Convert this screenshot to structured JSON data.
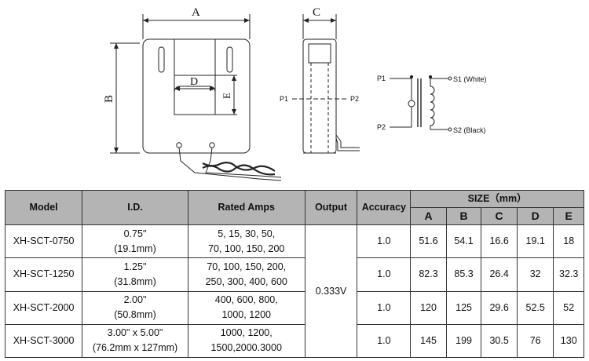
{
  "drawing": {
    "labels": {
      "A": "A",
      "B": "B",
      "C": "C",
      "D": "D",
      "E": "E",
      "P1": "P1",
      "P2": "P2",
      "S1": "S1 (White)",
      "S2": "S2 (Black)"
    }
  },
  "table": {
    "headers": {
      "model": "Model",
      "id": "I.D.",
      "rated_amps": "Rated Amps",
      "output": "Output",
      "accuracy": "Accuracy",
      "size": "SIZE（mm）",
      "size_cols": [
        "A",
        "B",
        "C",
        "D",
        "E"
      ]
    },
    "output_value": "0.333V",
    "rows": [
      {
        "model": "XH-SCT-0750",
        "id": [
          "0.75\"",
          "(19.1mm)"
        ],
        "amps": [
          "5, 15, 30, 50,",
          "70, 100, 150, 200"
        ],
        "accuracy": "1.0",
        "sizes": [
          "51.6",
          "54.1",
          "16.6",
          "19.1",
          "18"
        ]
      },
      {
        "model": "XH-SCT-1250",
        "id": [
          "1.25\"",
          "(31.8mm)"
        ],
        "amps": [
          "70, 100, 150, 200,",
          "250, 300, 400, 600"
        ],
        "accuracy": "1.0",
        "sizes": [
          "82.3",
          "85.3",
          "26.4",
          "32",
          "32.3"
        ]
      },
      {
        "model": "XH-SCT-2000",
        "id": [
          "2.00\"",
          "(50.8mm)"
        ],
        "amps": [
          "400, 600, 800,",
          "1000, 1200"
        ],
        "accuracy": "1.0",
        "sizes": [
          "120",
          "125",
          "29.6",
          "52.5",
          "52"
        ]
      },
      {
        "model": "XH-SCT-3000",
        "id": [
          "3.00\" x 5.00\"",
          "(76.2mm x 127mm)"
        ],
        "amps": [
          "1000, 1200,",
          "1500,2000.3000"
        ],
        "accuracy": "1.0",
        "sizes": [
          "145",
          "199",
          "30.5",
          "76",
          "130"
        ]
      }
    ]
  }
}
